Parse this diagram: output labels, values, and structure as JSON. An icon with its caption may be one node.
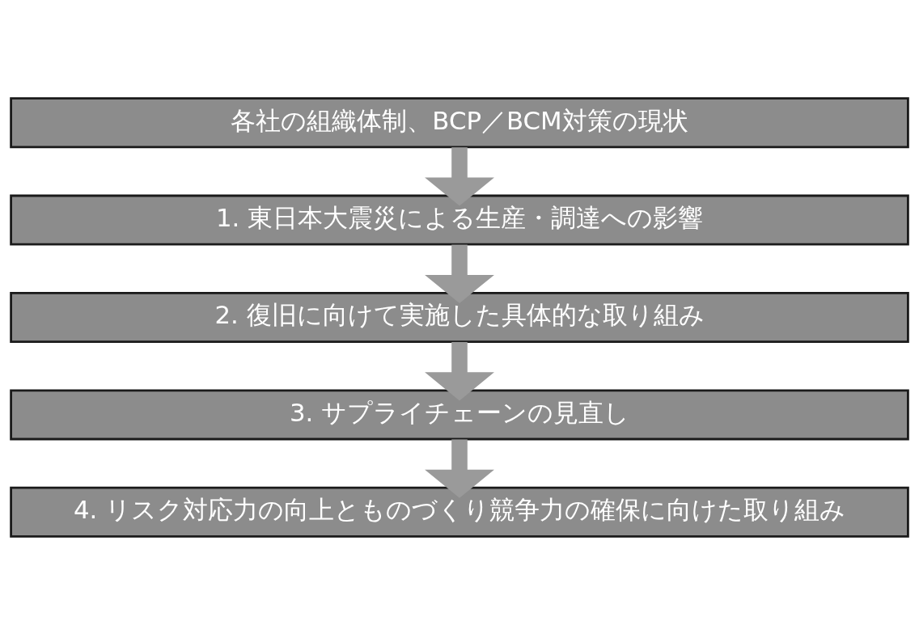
{
  "diagram": {
    "nodes": [
      {
        "text": [
          "各社の組織体制、BCP／BCM対策の現状"
        ]
      },
      {
        "text": [
          "1. 東日本大震災による生産・調達への影響"
        ]
      },
      {
        "text": [
          "2. 復旧に向けて実施した具体的な取り組み"
        ]
      },
      {
        "text": [
          "3. サプライチェーンの見直し"
        ]
      },
      {
        "text": [
          "4. リスク対応力の向上とものづくり競争力の確保に向けた取り組み"
        ]
      }
    ],
    "edges": [
      {
        "from": 0,
        "to": 1,
        "arrow": "to"
      },
      {
        "from": 1,
        "to": 2,
        "arrow": "to"
      },
      {
        "from": 2,
        "to": 3,
        "arrow": "to"
      },
      {
        "from": 3,
        "to": 4,
        "arrow": "to"
      }
    ]
  }
}
